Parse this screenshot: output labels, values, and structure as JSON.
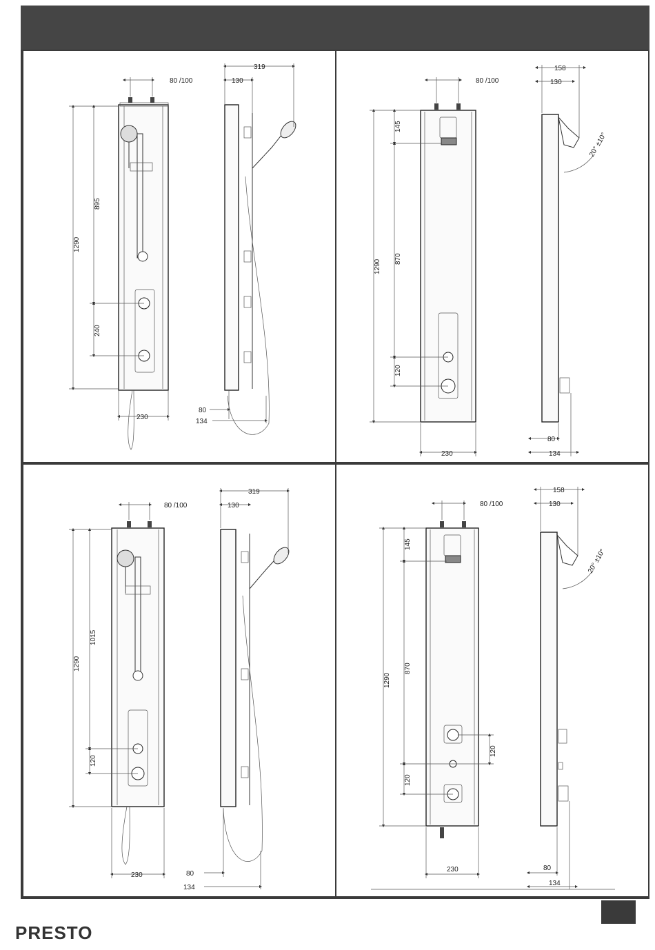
{
  "brand": "PRESTO",
  "panels": [
    {
      "id": "top-left",
      "dims": {
        "inlet": "80 /100",
        "depth": "319",
        "arm": "130",
        "height": "1290",
        "upper": "895",
        "lower": "240",
        "width": "230",
        "foot": "80",
        "base": "134"
      }
    },
    {
      "id": "top-right",
      "dims": {
        "inlet": "80 /100",
        "depth": "158",
        "arm": "130",
        "top": "145",
        "height": "1290",
        "middle": "870",
        "lower": "120",
        "width": "230",
        "foot": "80",
        "base": "134",
        "angle": "20° ±10°"
      }
    },
    {
      "id": "bottom-left",
      "dims": {
        "inlet": "80 /100",
        "depth": "319",
        "arm": "130",
        "height": "1290",
        "upper": "1015",
        "lower": "120",
        "width": "230",
        "foot": "80",
        "base": "134"
      }
    },
    {
      "id": "bottom-right",
      "dims": {
        "inlet": "80 /100",
        "depth": "158",
        "arm": "130",
        "top": "145",
        "height": "1290",
        "middle": "870",
        "lower": "120",
        "side": "120",
        "width": "230",
        "foot": "80",
        "base": "134",
        "angle": "20° ±10°"
      }
    }
  ]
}
